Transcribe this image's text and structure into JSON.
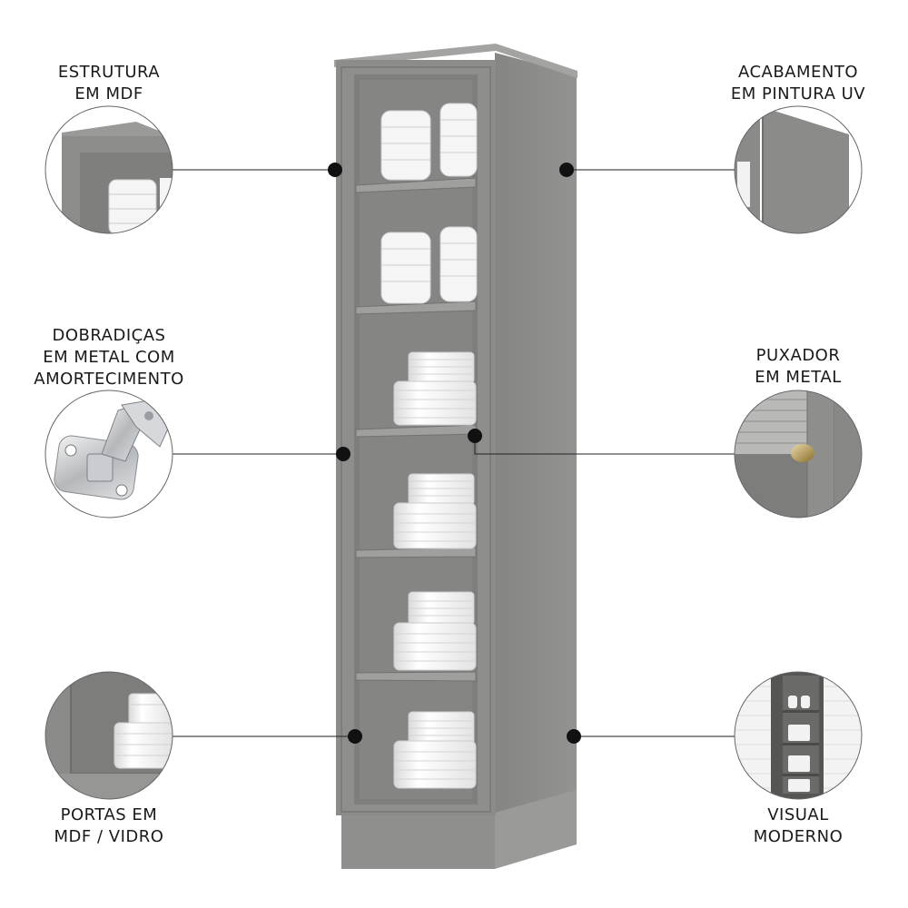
{
  "features": [
    {
      "id": "estrutura",
      "lines": [
        "ESTRUTURA",
        "EM MDF"
      ]
    },
    {
      "id": "acabamento",
      "lines": [
        "ACABAMENTO",
        "EM PINTURA UV"
      ]
    },
    {
      "id": "dobradicas",
      "lines": [
        "DOBRADIÇAS",
        "EM METAL COM",
        "AMORTECIMENTO"
      ]
    },
    {
      "id": "puxador",
      "lines": [
        "PUXADOR",
        "EM METAL"
      ]
    },
    {
      "id": "portas",
      "lines": [
        "PORTAS EM",
        "MDF / VIDRO"
      ]
    },
    {
      "id": "visual",
      "lines": [
        "VISUAL",
        "MODERNO"
      ]
    }
  ],
  "colors": {
    "cabinet": "#8a8b89",
    "cabinet_dark": "#6f706e",
    "cabinet_light": "#9d9e9c",
    "interior": "#7b7c7a",
    "porcelain": "#f4f4f4",
    "dot": "#111111",
    "line": "#222222"
  }
}
